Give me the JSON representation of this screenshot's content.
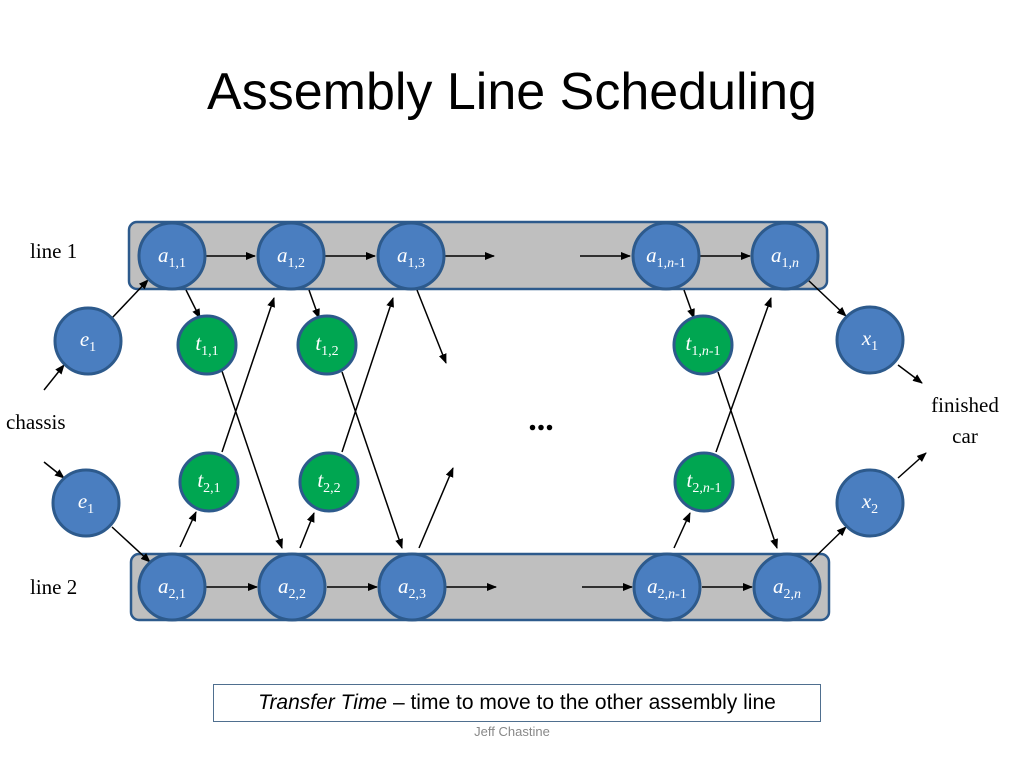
{
  "title": "Assembly Line Scheduling",
  "labels": {
    "line1": "line 1",
    "line2": "line 2",
    "chassis": "chassis",
    "finished_line1": "finished",
    "finished_line2": "car",
    "ellipsis": "..."
  },
  "nodes": {
    "a11": {
      "base": "a",
      "sub": "1,1"
    },
    "a12": {
      "base": "a",
      "sub": "1,2"
    },
    "a13": {
      "base": "a",
      "sub": "1,3"
    },
    "a1n1_base": "a",
    "a1n1_sub_pre": "1,",
    "a1n1_sub_it": "n",
    "a1n1_sub_post": "-1",
    "a1n_base": "a",
    "a1n_sub_pre": "1,",
    "a1n_sub_it": "n",
    "a21": {
      "base": "a",
      "sub": "2,1"
    },
    "a22": {
      "base": "a",
      "sub": "2,2"
    },
    "a23": {
      "base": "a",
      "sub": "2,3"
    },
    "a2n1_base": "a",
    "a2n1_sub_pre": "2,",
    "a2n1_sub_it": "n",
    "a2n1_sub_post": "-1",
    "a2n_base": "a",
    "a2n_sub_pre": "2,",
    "a2n_sub_it": "n",
    "t11": {
      "base": "t",
      "sub": "1,1"
    },
    "t12": {
      "base": "t",
      "sub": "1,2"
    },
    "t1n1_base": "t",
    "t1n1_sub_pre": "1,",
    "t1n1_sub_it": "n",
    "t1n1_sub_post": "-1",
    "t21": {
      "base": "t",
      "sub": "2,1"
    },
    "t22": {
      "base": "t",
      "sub": "2,2"
    },
    "t2n1_base": "t",
    "t2n1_sub_pre": "2,",
    "t2n1_sub_it": "n",
    "t2n1_sub_post": "-1",
    "e1_top": {
      "base": "e",
      "sub": "1"
    },
    "e1_bottom": {
      "base": "e",
      "sub": "1"
    },
    "x1": {
      "base": "x",
      "sub": "1"
    },
    "x2": {
      "base": "x",
      "sub": "2"
    }
  },
  "caption": {
    "term": "Transfer Time",
    "rest": " – time to move to the other assembly line"
  },
  "footer": "Jeff Chastine",
  "colors": {
    "station": "#4a7ec0",
    "transfer": "#00a651",
    "line_box": "#bfbfbf",
    "outline": "#2d5a8c"
  }
}
